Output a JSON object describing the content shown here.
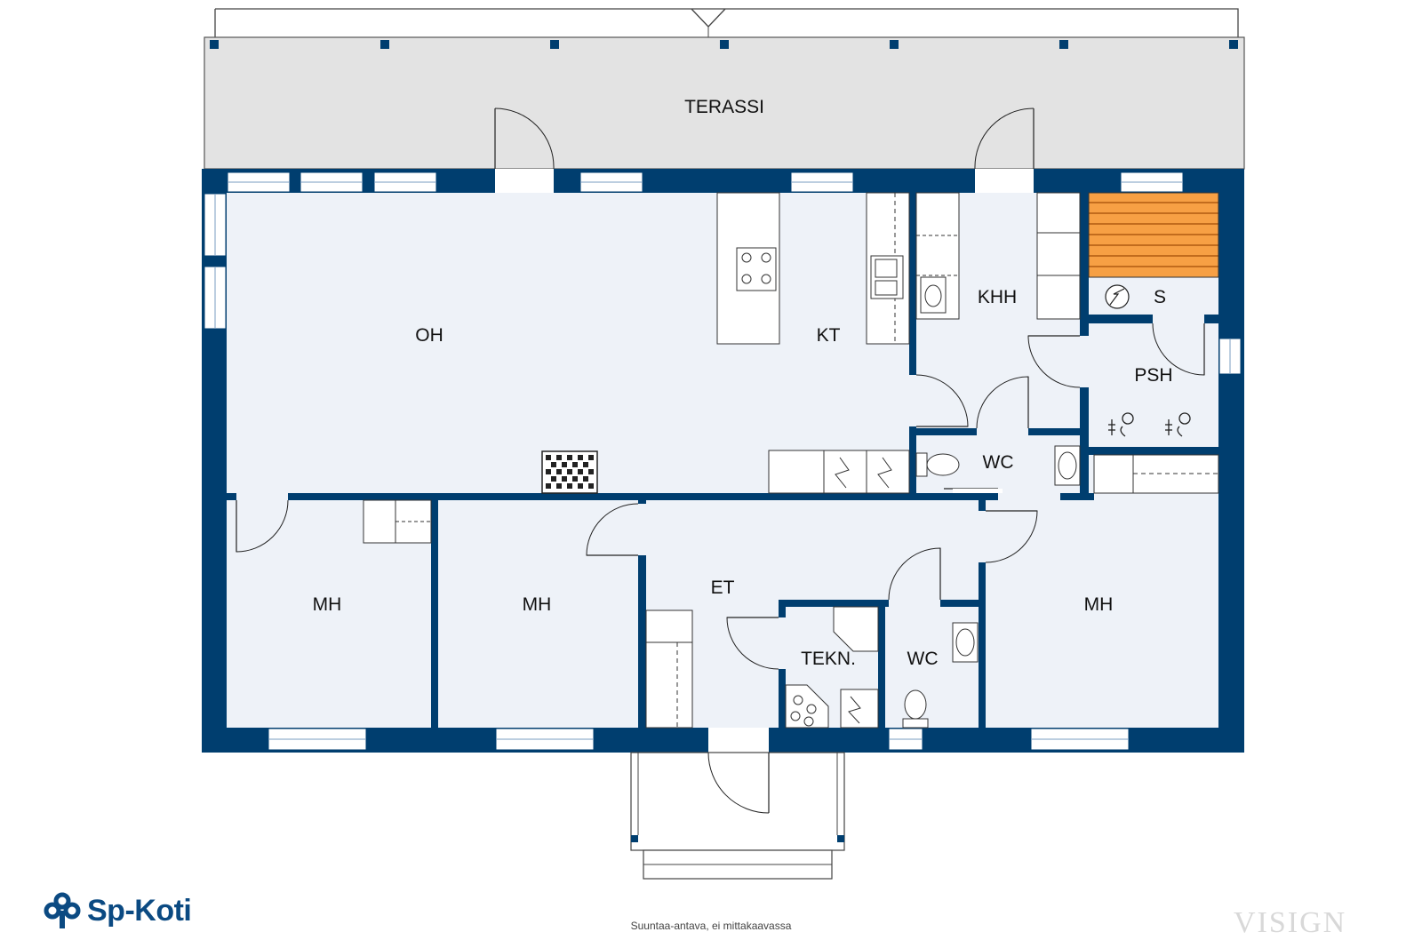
{
  "colors": {
    "wall": "#003e6f",
    "floor": "#eef2f8",
    "terrace": "#e3e3e3",
    "sauna": "#f7a044",
    "line": "#222222"
  },
  "rooms": {
    "terrace": "TERASSI",
    "living": "OH",
    "kitchen": "KT",
    "utility": "KHH",
    "sauna": "S",
    "washroom": "PSH",
    "wc1": "WC",
    "hall": "ET",
    "technical": "TEKN.",
    "wc2": "WC",
    "bedroom1": "MH",
    "bedroom2": "MH",
    "bedroom3": "MH"
  },
  "footer": {
    "note": "Suuntaa-antava, ei mittakaavassa",
    "brand": "Sp-Koti",
    "watermark": "VISIGN"
  },
  "icons": {
    "logo": "sp-koti-tree-logo-icon",
    "stove": "stove-icon",
    "sink": "sink-icon",
    "toilet": "toilet-icon",
    "shower": "shower-icon",
    "sauna_heater": "sauna-heater-icon",
    "fireplace": "fireplace-icon",
    "boiler": "boiler-icon"
  }
}
